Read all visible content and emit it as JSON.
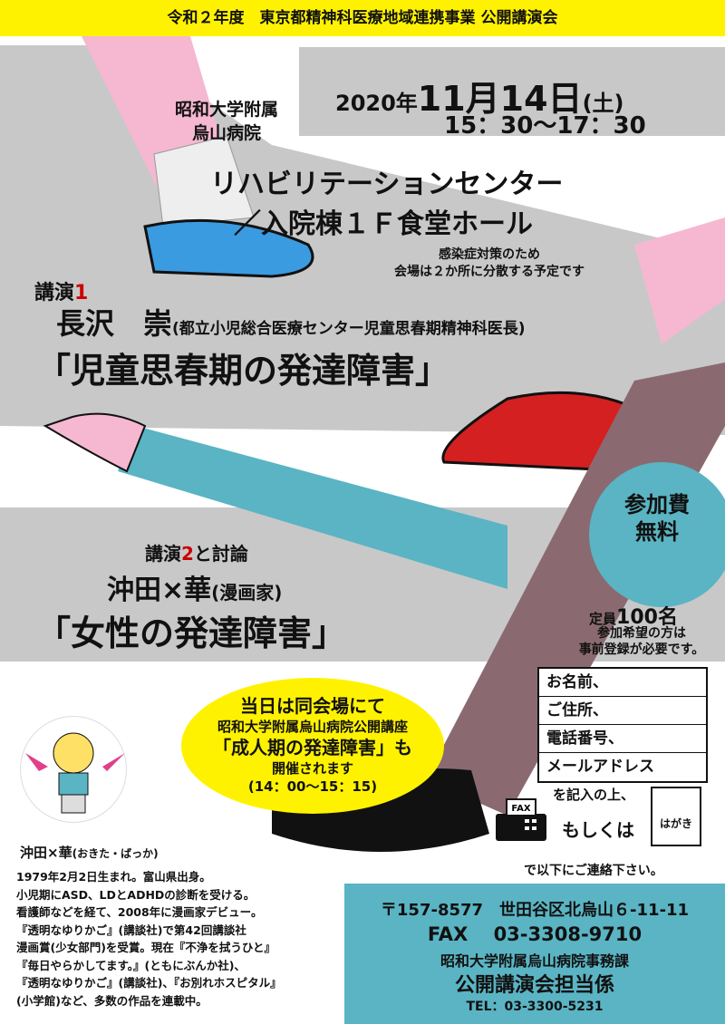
{
  "header": {
    "title": "令和２年度　東京都精神科医療地域連携事業 公開講演会"
  },
  "event": {
    "date_year": "2020年",
    "date_day": "11月14日",
    "date_weekday": "(土)",
    "time": "15：30～17：30",
    "venue_org": "昭和大学附属",
    "venue_hospital": "烏山病院",
    "venue_line1": "リハビリテーションセンター",
    "venue_line2": "／入院棟１Ｆ食堂ホール",
    "note_line1": "感染症対策のため",
    "note_line2": "会場は２か所に分散する予定です"
  },
  "lecture1": {
    "label": "講演",
    "number": "1",
    "speaker": "長沢　崇",
    "affiliation": "(都立小児総合医療センター児童思春期精神科医長)",
    "title": "「児童思春期の発達障害」"
  },
  "lecture2": {
    "label_pre": "講演",
    "number": "2",
    "label_post": "と討論",
    "speaker": "沖田×華",
    "affiliation": "(漫画家)",
    "title": "「女性の発達障害」"
  },
  "bubble": {
    "line1": "当日は同会場にて",
    "line2": "昭和大学附属烏山病院公開講座",
    "line3": "「成人期の発達障害」も",
    "line4": "開催されます",
    "line5": "(14：00～15：15)"
  },
  "fee": {
    "line1": "参加費",
    "line2": "無料"
  },
  "capacity": {
    "label": "定員",
    "value": "100名"
  },
  "registration": {
    "line1": "参加希望の方は",
    "line2": "事前登録が必要です。",
    "fields": [
      "お名前、",
      "ご住所、",
      "電話番号、",
      "メールアドレス"
    ],
    "fill_note": "を記入の上、",
    "fax_label": "FAX",
    "or": "もしくは",
    "postcard": "はがき",
    "contact_note": "で以下にご連絡下さい。"
  },
  "bio": {
    "name": "沖田×華",
    "reading": "(おきた・ばっか)",
    "text": "1979年2月2日生まれ。富山県出身。\n小児期にASD、LDとADHDの診断を受ける。\n看護師などを経て、2008年に漫画家デビュー。\n『透明なゆりかご』(講談社)で第42回講談社\n漫画賞(少女部門)を受賞。現在『不浄を拭うひと』\n『毎日やらかしてます。』(ともにぶんか社)、\n『透明なゆりかご』(講談社)、『お別れホスピタル』\n(小学館)など、多数の作品を連載中。"
  },
  "contact": {
    "address": "〒157-8577　世田谷区北烏山６-11-11",
    "fax": "FAX　 03-3308-9710",
    "org": "昭和大学附属烏山病院事務課",
    "dept": "公開講演会担当係",
    "tel": "TEL：03-3300-5231"
  },
  "colors": {
    "yellow": "#fff200",
    "teal": "#5ab4c3",
    "gray": "#c8c8c8",
    "pink": "#f5b8d0",
    "red": "#d42020",
    "blue": "#3a9be0"
  }
}
